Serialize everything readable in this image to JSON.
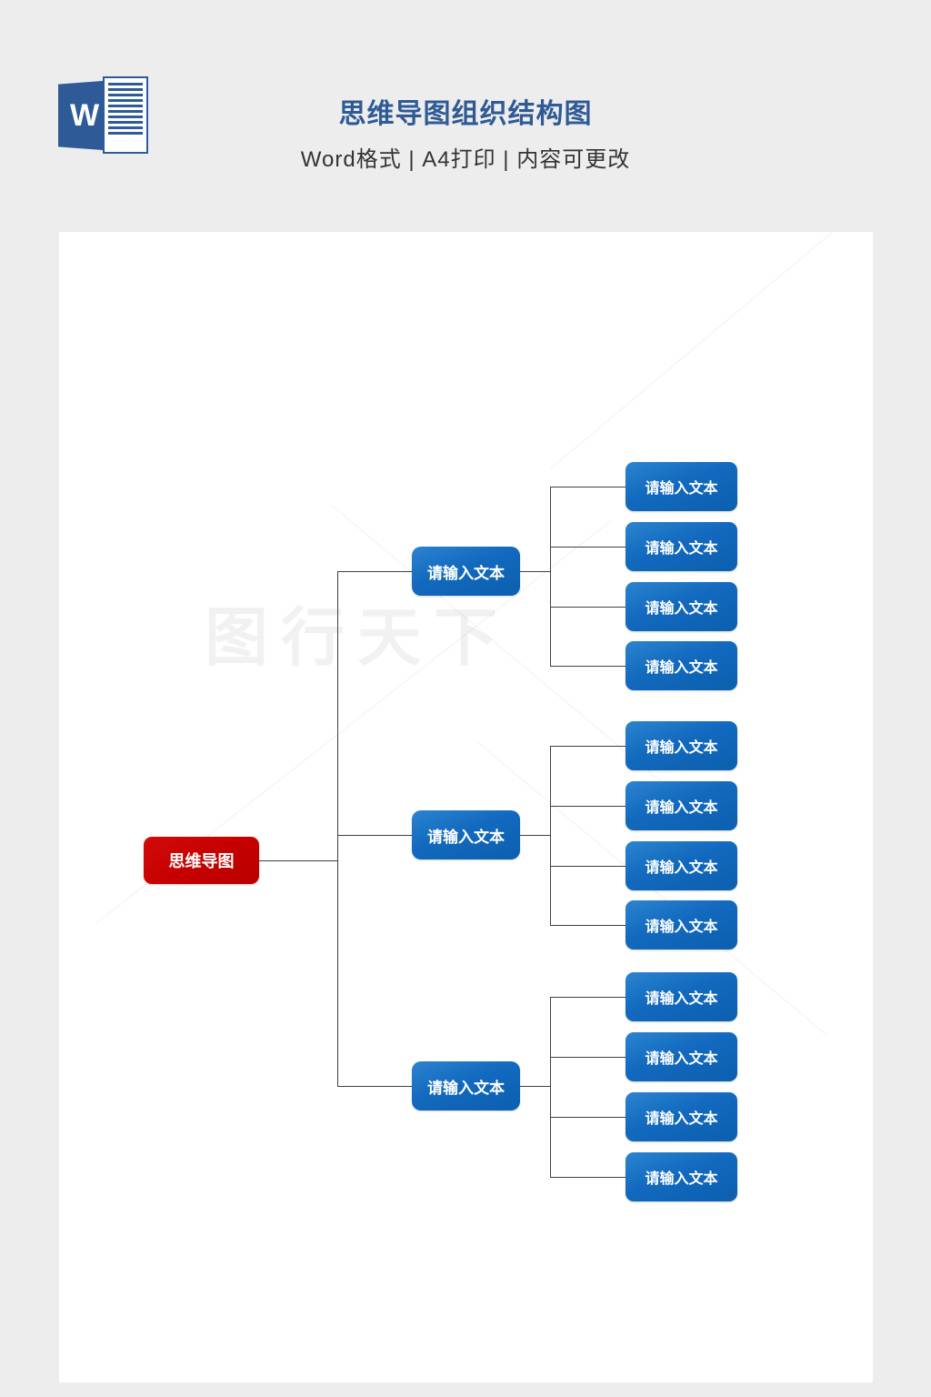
{
  "header": {
    "icon_name": "word-document-icon",
    "icon_letter": "W",
    "title": "思维导图组织结构图",
    "subtitle": "Word格式 | A4打印 | 内容可更改"
  },
  "page": {
    "watermark": "图行天下"
  },
  "colors": {
    "background": "#ededed",
    "page": "#ffffff",
    "title_blue": "#2F5A96",
    "subtitle_gray": "#333333",
    "node_blue": "#1269BE",
    "node_red": "#C70000",
    "connector": "#404040"
  },
  "diagram": {
    "type": "mindmap-org-chart",
    "root": {
      "label": "思维导图"
    },
    "branches": [
      {
        "label": "请输入文本",
        "children": [
          {
            "label": "请输入文本"
          },
          {
            "label": "请输入文本"
          },
          {
            "label": "请输入文本"
          },
          {
            "label": "请输入文本"
          }
        ]
      },
      {
        "label": "请输入文本",
        "children": [
          {
            "label": "请输入文本"
          },
          {
            "label": "请输入文本"
          },
          {
            "label": "请输入文本"
          },
          {
            "label": "请输入文本"
          }
        ]
      },
      {
        "label": "请输入文本",
        "children": [
          {
            "label": "请输入文本"
          },
          {
            "label": "请输入文本"
          },
          {
            "label": "请输入文本"
          },
          {
            "label": "请输入文本"
          }
        ]
      }
    ]
  }
}
